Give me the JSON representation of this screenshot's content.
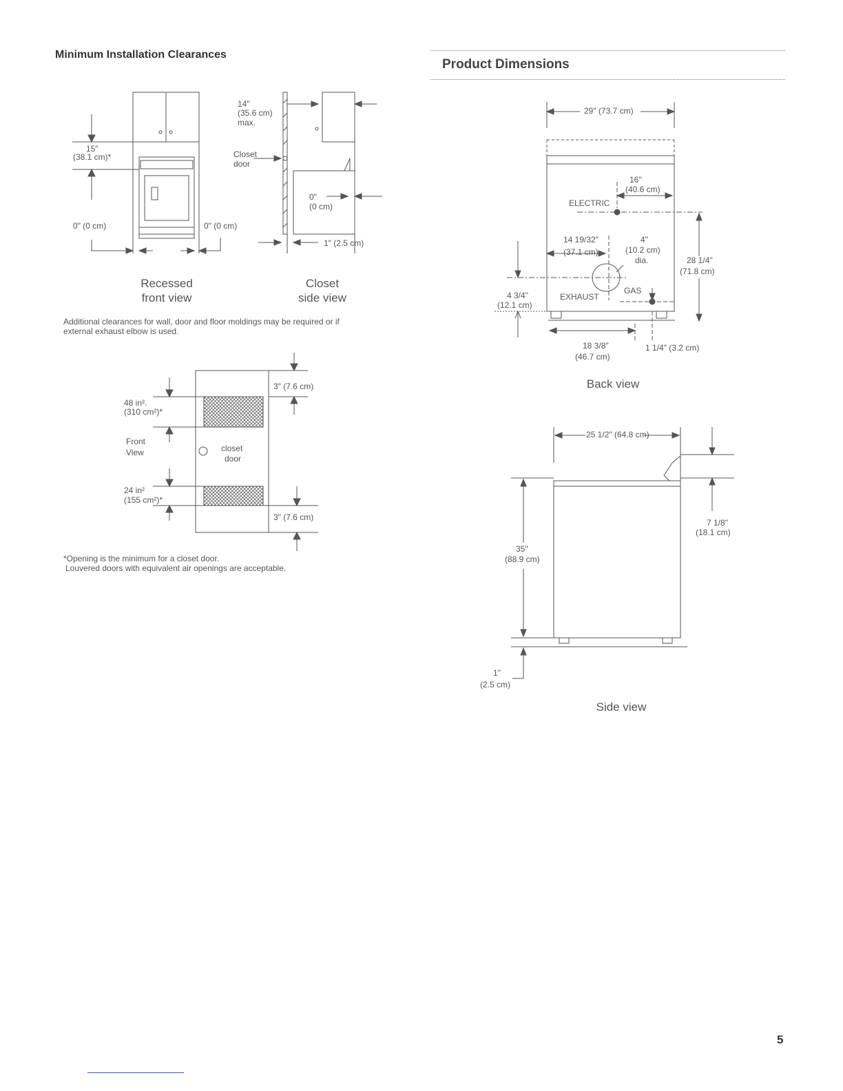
{
  "left": {
    "title": "Minimum Installation Clearances",
    "recessed": {
      "top_dim": "15\"",
      "top_dim_cm": "(38.1 cm)*",
      "left_dim": "0\" (0 cm)",
      "right_dim": "0\" (0 cm)",
      "caption_line1": "Recessed",
      "caption_line2": "front view"
    },
    "closet": {
      "top_dim": "14\"",
      "top_dim_cm": "(35.6 cm)",
      "top_dim_max": "max.",
      "door_label_1": "Closet",
      "door_label_2": "door",
      "mid_dim": "0\"",
      "mid_dim_cm": "(0 cm)",
      "bottom_dim": "1\" (2.5 cm)",
      "caption_line1": "Closet",
      "caption_line2": "side view"
    },
    "note_1": "Additional clearances for wall, door and floor moldings may be required or if",
    "note_2": "external exhaust elbow is used.",
    "door": {
      "top_area": "48 in².",
      "top_area_cm": "(310 cm²)*",
      "front_1": "Front",
      "front_2": "View",
      "bottom_area": "24 in²",
      "bottom_area_cm": "(155 cm²)*",
      "top_gap": "3\" (7.6 cm)",
      "bottom_gap": "3\" (7.6 cm)",
      "door_label_1": "closet",
      "door_label_2": "door"
    },
    "footnote_1": "*Opening is the minimum for a closet door.",
    "footnote_2": "Louvered doors with equivalent air openings are acceptable."
  },
  "right": {
    "title": "Product Dimensions",
    "back": {
      "width": "29\" (73.7 cm)",
      "electric_in": "16\"",
      "electric_cm": "(40.6 cm)",
      "electric": "ELECTRIC",
      "exhaust_in": "14 19/32\"",
      "exhaust_cm": "(37.1 cm)",
      "dia_in": "4\"",
      "dia_cm": "(10.2 cm)",
      "dia": "dia.",
      "height_in": "28 1/4\"",
      "height_cm": "(71.8 cm)",
      "low_in": "4 3/4\"",
      "low_cm": "(12.1 cm)",
      "exhaust": "EXHAUST",
      "gas": "GAS",
      "gas_in": "18 3/8\"",
      "gas_cm": "(46.7 cm)",
      "gas_side": "1 1/4\" (3.2 cm)",
      "caption": "Back view"
    },
    "side": {
      "width": "25 1/2\" (64.8 cm)",
      "console_in": "7 1/8\"",
      "console_cm": "(18.1 cm)",
      "height_in": "35\"",
      "height_cm": "(88.9 cm)",
      "feet_in": "1\"",
      "feet_cm": "(2.5 cm)",
      "caption": "Side view"
    }
  },
  "page_number": "5"
}
